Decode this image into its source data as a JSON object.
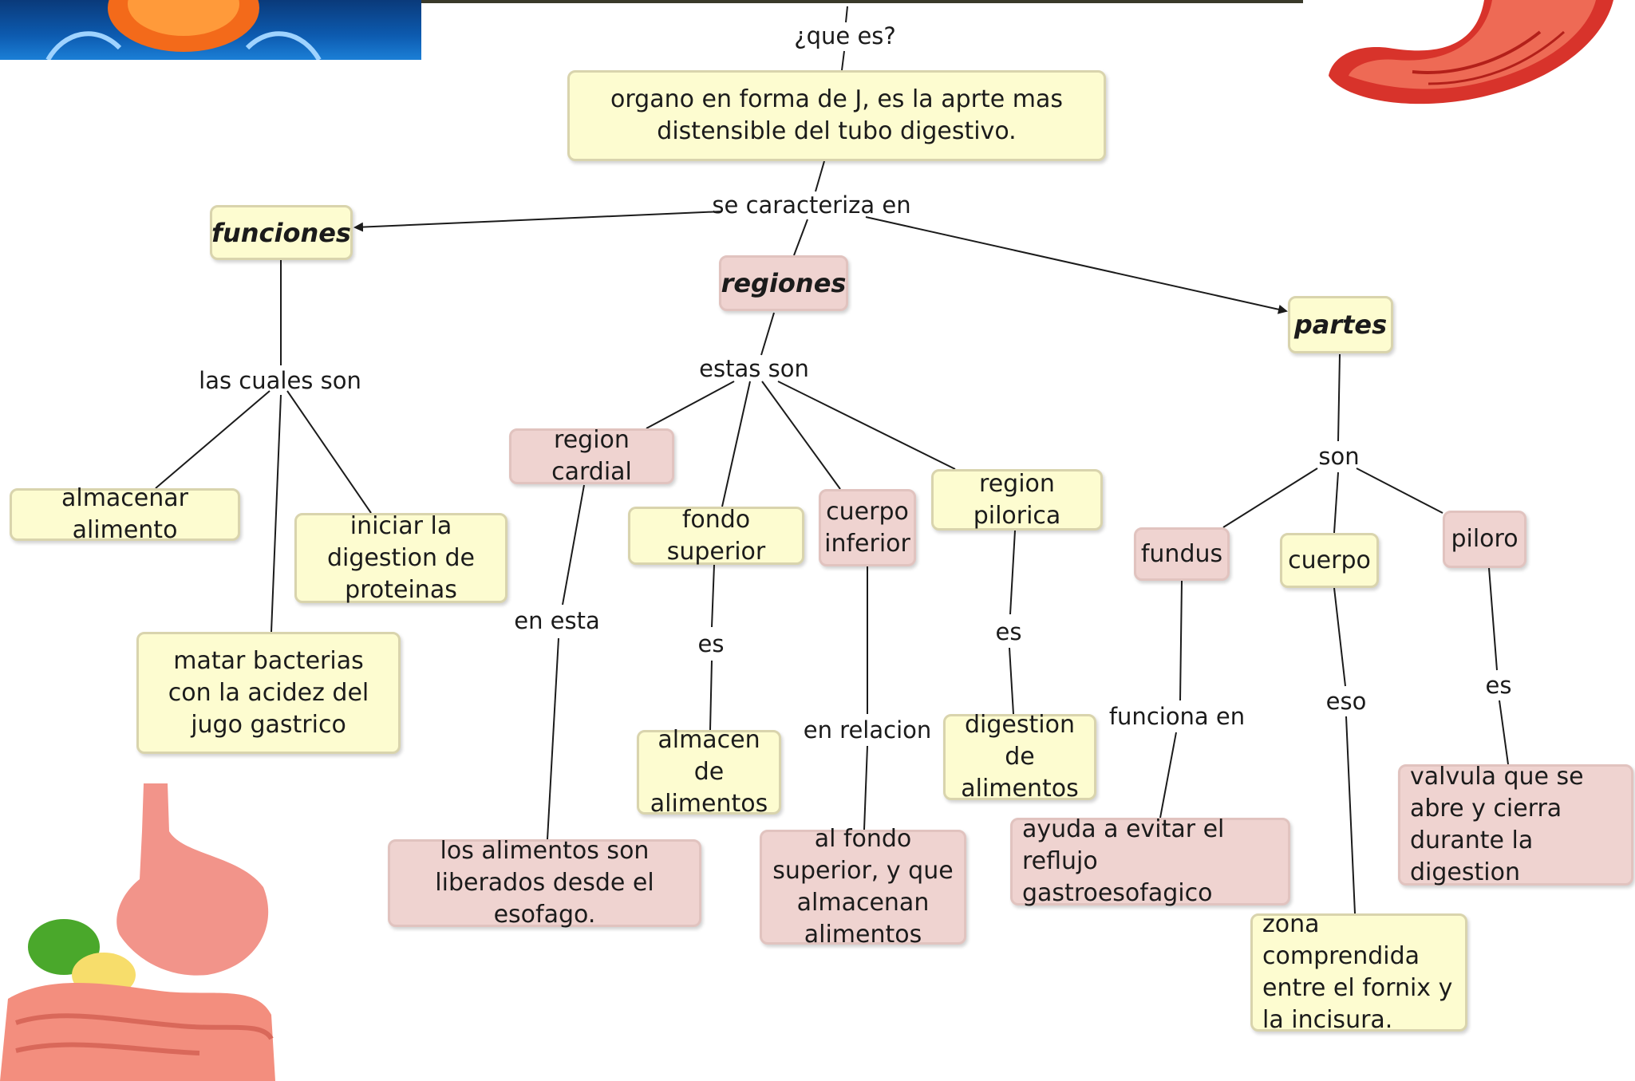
{
  "concept_map": {
    "nodes": {
      "definition": "organo en forma de J, es la aprte mas distensible del tubo digestivo.",
      "funciones": "funciones",
      "regiones": "regiones",
      "partes": "partes",
      "almacenar_alimento": "almacenar alimento",
      "iniciar_digestion": "iniciar la digestion de proteinas",
      "matar_bacterias": "matar bacterias con la acidez del jugo gastrico",
      "region_cardial": "region cardial",
      "fondo_superior": "fondo superior",
      "cuerpo_inferior": "cuerpo inferior",
      "region_pilorica": "region pilorica",
      "alimentos_liberados": "los alimentos son liberados desde el esofago.",
      "almacen_alimentos": "almacen de alimentos",
      "al_fondo_superior": "al fondo superior, y que almacenan alimentos",
      "digestion_alimentos": "digestion de alimentos",
      "fundus": "fundus",
      "cuerpo": "cuerpo",
      "piloro": "piloro",
      "reflujo": "ayuda a evitar el reflujo gastroesofagico",
      "zona": "zona comprendida entre el fornix y la incisura.",
      "valvula": "valvula que se abre y cierra durante la digestion"
    },
    "link_labels": {
      "que_es": "¿que es?",
      "se_caracteriza_en": "se caracteriza en",
      "las_cuales_son": "las cuales son",
      "estas_son": "estas son",
      "son": "son",
      "en_esta": "en esta",
      "es_fondo": "es",
      "en_relacion": "en relacion",
      "es_pilorica": "es",
      "funciona_en": "funciona en",
      "eso": "eso",
      "es_piloro": "es"
    }
  },
  "colors": {
    "yellow_node": "#fdfcd0",
    "pink_node": "#efd3d0",
    "line": "#1b1b1b"
  }
}
